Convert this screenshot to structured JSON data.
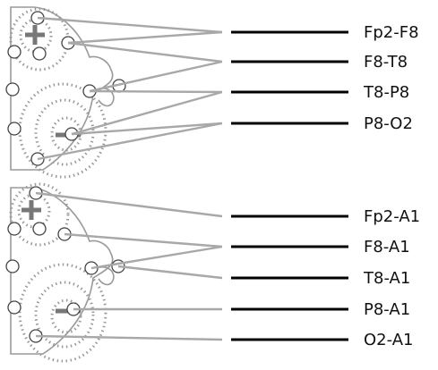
{
  "colors": {
    "trace": "#000000",
    "connector": "#a8a8a8",
    "outline": "#9a9a9a",
    "electrode_stroke": "#444444",
    "marker": "#777777"
  },
  "bipolar_montage": {
    "channels": [
      "Fp2-F8",
      "F8-T8",
      "T8-P8",
      "P8-O2"
    ]
  },
  "referential_montage": {
    "channels": [
      "Fp2-A1",
      "F8-A1",
      "T8-A1",
      "P8-A1",
      "O2-A1"
    ]
  }
}
